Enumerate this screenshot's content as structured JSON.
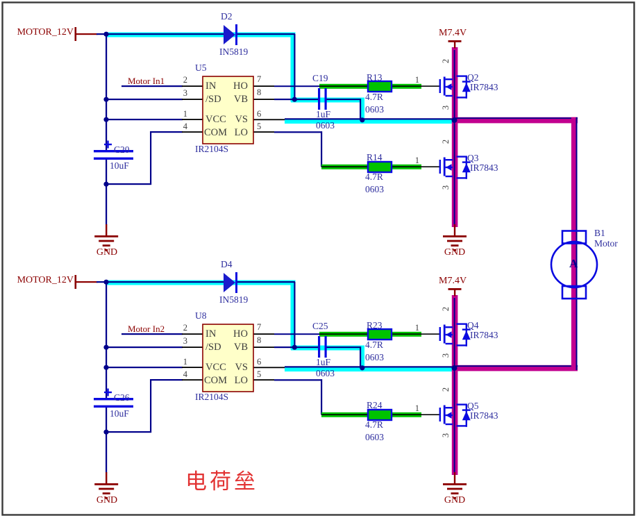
{
  "colors": {
    "background": "#FFFFFF",
    "border": "#3A3A3A",
    "wire": "#00008B",
    "stub": "#000000",
    "highlight": "#00FFFF",
    "green": "#00C300",
    "bus": "#C2008F",
    "component": "#0A0AE0",
    "diode_fill": "#1A1ACC",
    "label": "#2E2E9E",
    "power": "#8B0000",
    "pin_text": "#3C3C3C",
    "ic_fill": "#FFFFC9",
    "note": "#E23333"
  },
  "note_text": "电荷垒",
  "motor": {
    "ref": "B1",
    "label": "Motor",
    "core_letter": "A"
  },
  "channels": [
    {
      "power_net": "MOTOR_12V",
      "input_net": "Motor In1",
      "rail_net": "M7.4V",
      "gnd_net": "GND",
      "diode": {
        "ref": "D2",
        "part": "IN5819"
      },
      "driver": {
        "ref": "U5",
        "part": "IR2104S",
        "pins_left": [
          {
            "n": "2",
            "name": "IN"
          },
          {
            "n": "3",
            "name": "/SD"
          },
          {
            "n": "1",
            "name": "VCC"
          },
          {
            "n": "4",
            "name": "COM"
          }
        ],
        "pins_right": [
          {
            "n": "7",
            "name": "HO"
          },
          {
            "n": "8",
            "name": "VB"
          },
          {
            "n": "6",
            "name": "VS"
          },
          {
            "n": "5",
            "name": "LO"
          }
        ]
      },
      "cap_boot": {
        "ref": "C19",
        "value": "1uF",
        "size": "0603"
      },
      "cap_bulk": {
        "ref": "C20",
        "value": "10uF"
      },
      "res_high": {
        "ref": "R13",
        "value": "4.7R",
        "size": "0603",
        "pin": "1"
      },
      "res_low": {
        "ref": "R14",
        "value": "4.7R",
        "size": "0603",
        "pin": "1"
      },
      "fet_high": {
        "ref": "Q2",
        "part": "IR7843",
        "pin_drain": "2",
        "pin_source": "3"
      },
      "fet_low": {
        "ref": "Q3",
        "part": "IR7843",
        "pin_drain": "2",
        "pin_source": "3"
      }
    },
    {
      "power_net": "MOTOR_12V",
      "input_net": "Motor In2",
      "rail_net": "M7.4V",
      "gnd_net": "GND",
      "diode": {
        "ref": "D4",
        "part": "IN5819"
      },
      "driver": {
        "ref": "U8",
        "part": "IR2104S",
        "pins_left": [
          {
            "n": "2",
            "name": "IN"
          },
          {
            "n": "3",
            "name": "/SD"
          },
          {
            "n": "1",
            "name": "VCC"
          },
          {
            "n": "4",
            "name": "COM"
          }
        ],
        "pins_right": [
          {
            "n": "7",
            "name": "HO"
          },
          {
            "n": "8",
            "name": "VB"
          },
          {
            "n": "6",
            "name": "VS"
          },
          {
            "n": "5",
            "name": "LO"
          }
        ]
      },
      "cap_boot": {
        "ref": "C25",
        "value": "1uF",
        "size": "0603"
      },
      "cap_bulk": {
        "ref": "C26",
        "value": "10uF"
      },
      "res_high": {
        "ref": "R23",
        "value": "4.7R",
        "size": "0603",
        "pin": "1"
      },
      "res_low": {
        "ref": "R24",
        "value": "4.7R",
        "size": "0603",
        "pin": "1"
      },
      "fet_high": {
        "ref": "Q4",
        "part": "IR7843",
        "pin_drain": "2",
        "pin_source": "3"
      },
      "fet_low": {
        "ref": "Q5",
        "part": "IR7843",
        "pin_drain": "2",
        "pin_source": "3"
      }
    }
  ]
}
